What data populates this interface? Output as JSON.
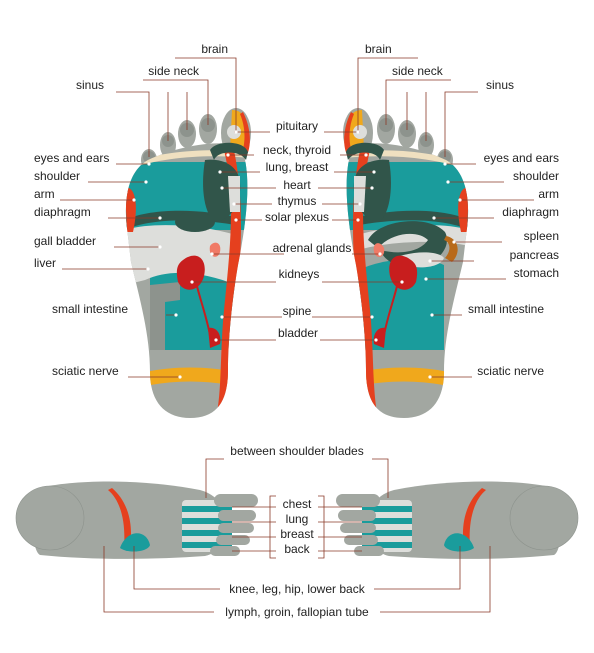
{
  "colors": {
    "foot": "#a2a7a1",
    "foot_dark": "#8d938d",
    "teal": "#1a9c9c",
    "teal_dark": "#0e7f7f",
    "light": "#dddedb",
    "red": "#e5401e",
    "kidney": "#c81e1e",
    "orange": "#f0a81c",
    "dark_green": "#31554a",
    "pink": "#f07a66",
    "cream": "#efe0c0",
    "brown": "#b86a1a",
    "line": "#8a3a28"
  },
  "labels": {
    "brain": "brain",
    "side_neck": "side neck",
    "sinus": "sinus",
    "pituitary": "pituitary",
    "neck_thyroid": "neck, thyroid",
    "lung_breast": "lung, breast",
    "heart": "heart",
    "thymus": "thymus",
    "solar_plexus": "solar plexus",
    "eyes_ears": "eyes and ears",
    "shoulder": "shoulder",
    "arm": "arm",
    "diaphragm": "diaphragm",
    "gall_bladder": "gall bladder",
    "liver": "liver",
    "adrenal_glands": "adrenal glands",
    "kidneys": "kidneys",
    "spleen": "spleen",
    "pancreas": "pancreas",
    "stomach": "stomach",
    "small_intestine": "small intestine",
    "spine": "spine",
    "bladder": "bladder",
    "sciatic_nerve": "sciatic nerve",
    "between_shoulder_blades": "between shoulder blades",
    "chest": "chest",
    "lung": "lung",
    "breast": "breast",
    "back": "back",
    "knee_leg_hip": "knee, leg, hip, lower back",
    "lymph_groin": "lymph, groin, fallopian tube"
  }
}
